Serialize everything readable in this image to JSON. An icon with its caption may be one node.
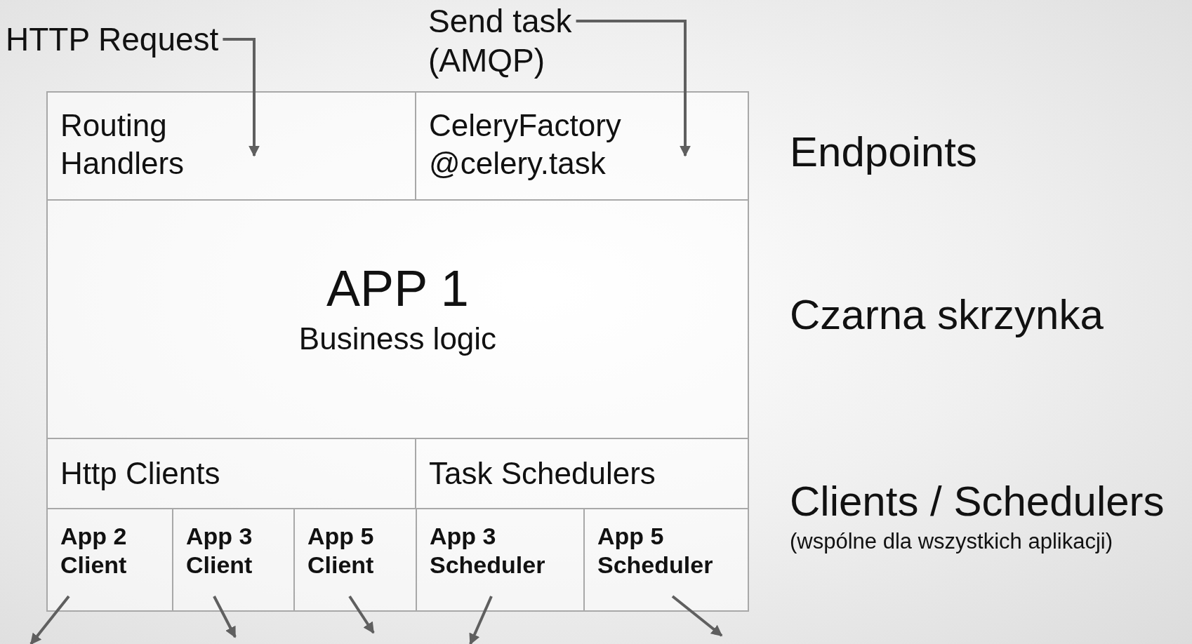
{
  "diagram": {
    "nodes": [
      {
        "text": [
          "HTTP Request"
        ]
      },
      {
        "text": [
          "Send task (AMQP)"
        ]
      },
      {
        "text": [
          "Routing Handlers"
        ]
      },
      {
        "text": [
          "CeleryFactory @celery.task"
        ]
      },
      {
        "text": [
          "APP 1",
          "Business logic"
        ]
      },
      {
        "text": [
          "Http Clients"
        ]
      },
      {
        "text": [
          "Task Schedulers"
        ]
      },
      {
        "text": [
          "App 2 Client"
        ]
      },
      {
        "text": [
          "App 3 Client"
        ]
      },
      {
        "text": [
          "App 5 Client"
        ]
      },
      {
        "text": [
          "App 3 Scheduler"
        ]
      },
      {
        "text": [
          "App 5 Scheduler"
        ]
      }
    ],
    "edges": [
      {
        "from": 0,
        "to": 2,
        "arrow": "to"
      },
      {
        "from": 1,
        "to": 3,
        "arrow": "to"
      },
      {
        "from": 7,
        "to": null,
        "arrow": "to"
      },
      {
        "from": 8,
        "to": null,
        "arrow": "to"
      },
      {
        "from": 9,
        "to": null,
        "arrow": "to"
      },
      {
        "from": 10,
        "to": null,
        "arrow": "to"
      },
      {
        "from": 11,
        "to": null,
        "arrow": "to"
      }
    ],
    "labels": [
      "Endpoints",
      "Czarna skrzynka",
      "Clients / Schedulers",
      "(wspólne dla wszystkich aplikacji)"
    ]
  }
}
